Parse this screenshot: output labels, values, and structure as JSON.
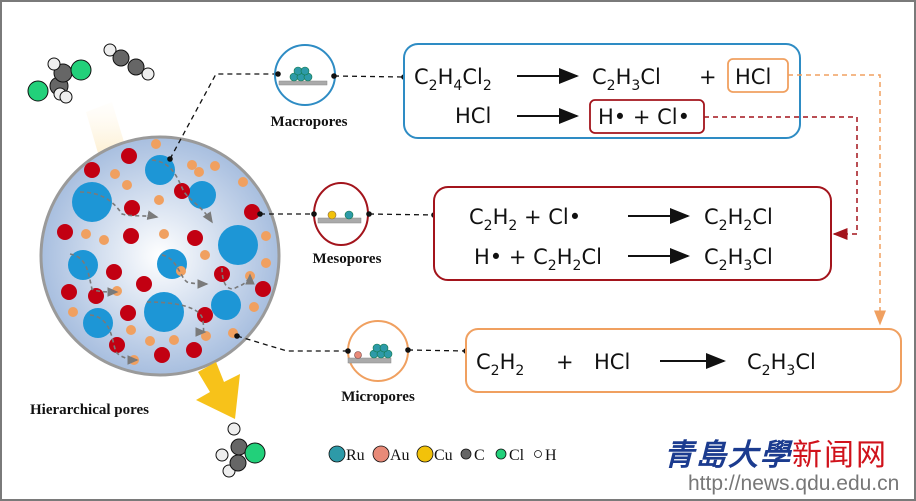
{
  "labels": {
    "macropores": "Macropores",
    "mesopores": "Mesopores",
    "micropores": "Micropores",
    "hierarchical": "Hierarchical pores"
  },
  "colors": {
    "macro_blue": "#2e8cc4",
    "meso_red": "#a3141c",
    "micro_orange": "#f0a060",
    "ru": "#2d9aa8",
    "au": "#e88a78",
    "cu": "#f2c20a",
    "cl": "#22d07a",
    "arrow_yellow": "#f7c21a"
  },
  "equations": {
    "macro": {
      "row1": {
        "reactant": [
          "C",
          "2",
          "H",
          "4",
          "Cl",
          "2"
        ],
        "product": [
          "C",
          "2",
          "H",
          "3",
          "Cl"
        ],
        "plus": "+",
        "boxed": "HCl"
      },
      "row2": {
        "reactant": "HCl",
        "boxed": "H• + Cl•"
      }
    },
    "meso": {
      "row1": {
        "left": [
          "C",
          "2",
          "H",
          "2",
          " + Cl•"
        ],
        "right": [
          "C",
          "2",
          "H",
          "2",
          "Cl"
        ]
      },
      "row2": {
        "left": [
          "H• + C",
          "2",
          "H",
          "2",
          "Cl"
        ],
        "right": [
          "C",
          "2",
          "H",
          "3",
          "Cl"
        ]
      }
    },
    "micro": {
      "row1": {
        "left": [
          "C",
          "2",
          "H",
          "2"
        ],
        "plus": "+",
        "mid": "HCl",
        "right": [
          "C",
          "2",
          "H",
          "3",
          "Cl"
        ]
      }
    }
  },
  "legend": [
    {
      "symbol": "Ru",
      "icon": "ru-atom-icon"
    },
    {
      "symbol": "Au",
      "icon": "au-atom-icon"
    },
    {
      "symbol": "Cu",
      "icon": "cu-atom-icon"
    },
    {
      "symbol": "C",
      "icon": "c-atom-icon"
    },
    {
      "symbol": "Cl",
      "icon": "cl-atom-icon"
    },
    {
      "symbol": "H",
      "icon": "h-atom-icon"
    }
  ],
  "watermark": {
    "cn_blue": "青島大學",
    "cn_red": "新闻网",
    "url": "http://news.qdu.edu.cn"
  }
}
